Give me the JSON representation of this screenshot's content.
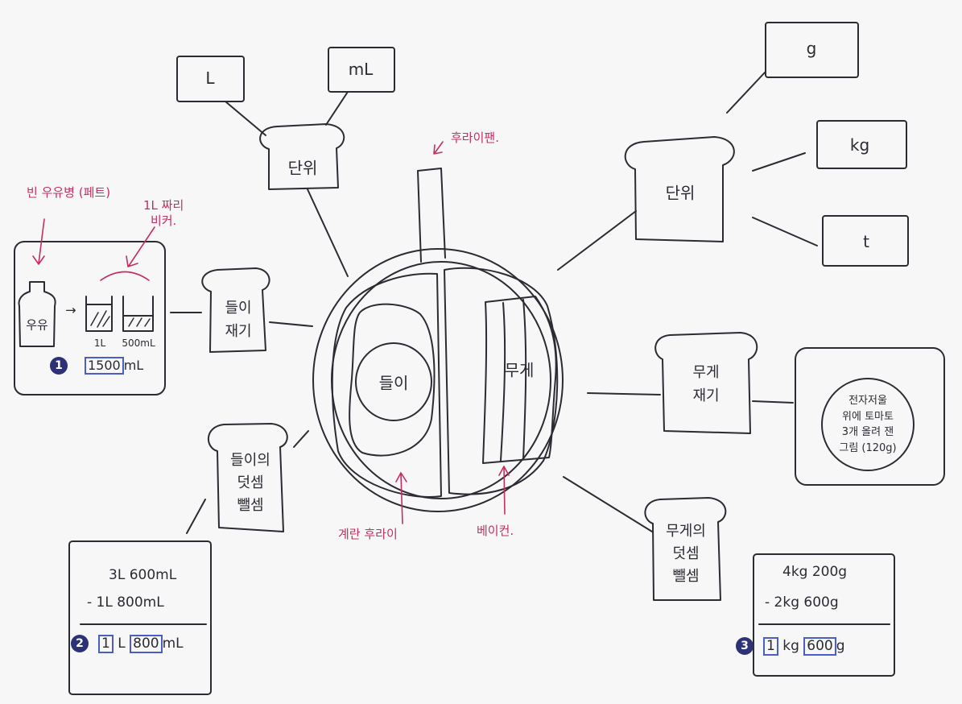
{
  "center": {
    "egg": "들이",
    "bacon": "무게"
  },
  "units_vol": {
    "title": "단위",
    "l": "L",
    "ml": "mL"
  },
  "units_mass": {
    "title": "단위",
    "g": "g",
    "kg": "kg",
    "t": "t"
  },
  "measure_vol": "들이\n재기",
  "measure_mass": "무게\n재기",
  "addsub_vol": "들이의\n덧셈\n뺄셈",
  "addsub_mass": "무게의\n덧셈\n뺄셈",
  "milk": {
    "label": "우유",
    "arrow": "→",
    "beaker_1l": "1L",
    "beaker_500": "500mL",
    "marker": "1",
    "answer_value": "1500",
    "answer_unit": "mL"
  },
  "scale_text": "전자저울\n위에 토마토\n3개 올려 잰\n그림 (120g)",
  "vol_calc": {
    "line1": "3L 600mL",
    "line2": "- 1L 800mL",
    "marker": "2",
    "ans_l": "1",
    "unit_l": "L",
    "ans_ml": "800",
    "unit_ml": "mL"
  },
  "mass_calc": {
    "line1": "4kg  200g",
    "line2": "- 2kg  600g",
    "marker": "3",
    "ans_kg": "1",
    "unit_kg": "kg",
    "ans_g": "600",
    "unit_g": "g"
  },
  "annotations": {
    "bottle": "빈 우유병 (페트)",
    "beaker": "1L 짜리\n비커.",
    "pan": "후라이팬.",
    "egg": "계란 후라이",
    "bacon": "베이컨."
  },
  "colors": {
    "ink": "#2b2b33",
    "annotation": "#c42f5e",
    "box": "#4a5fc6",
    "marker": "#2d3277",
    "paper": "#f7f7f8"
  }
}
